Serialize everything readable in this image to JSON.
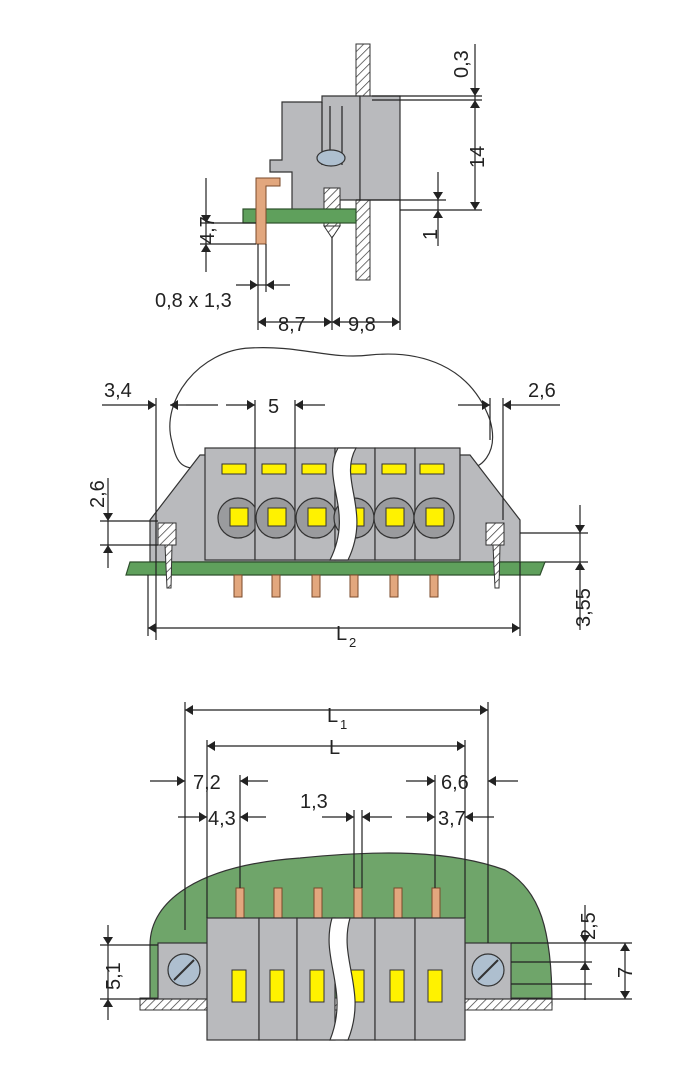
{
  "side_view": {
    "dims": {
      "d_0_3": "0,3",
      "d_14": "14",
      "d_4_7": "4,7",
      "d_1": "1",
      "d_0_8x1_3": "0,8 x 1,3",
      "d_8_7": "8,7",
      "d_9_8": "9,8"
    }
  },
  "front_view": {
    "dims": {
      "d_3_4": "3,4",
      "d_5": "5",
      "d_2_6_right": "2,6",
      "d_2_6_left": "2,6",
      "d_3_55": "3,55",
      "d_L2": "L",
      "d_L2_sub": "2"
    },
    "pole_count_drawn": 6
  },
  "top_view": {
    "dims": {
      "d_L1": "L",
      "d_L1_sub": "1",
      "d_L": "L",
      "d_7_2": "7,2",
      "d_6_6": "6,6",
      "d_4_3": "4,3",
      "d_1_3": "1,3",
      "d_3_7": "3,7",
      "d_2_5": "2,5",
      "d_5_1": "5,1",
      "d_7": "7"
    },
    "pole_count_drawn": 6
  },
  "colors": {
    "housing": "#b9babd",
    "pcb": "#5fa05c",
    "pin": "#e2a77e",
    "marker": "#fff200",
    "screw": "#aebfcf"
  }
}
